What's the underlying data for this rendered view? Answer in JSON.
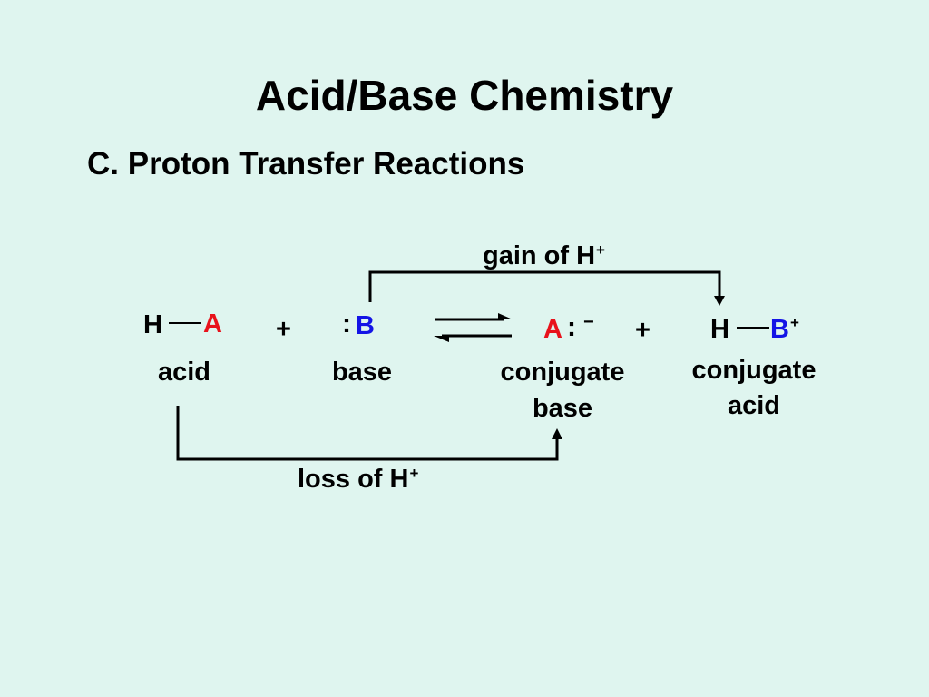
{
  "title": "Acid/Base Chemistry",
  "subtitle": "C.  Proton Transfer Reactions",
  "reaction": {
    "acid": {
      "h": "H",
      "a": "A"
    },
    "plus1": "+",
    "base": {
      "lone_pair": ":",
      "b": "B"
    },
    "conj_base": {
      "a": "A",
      "lone_pair": ":",
      "charge": "−"
    },
    "plus2": "+",
    "conj_acid": {
      "h": "H",
      "b": "B",
      "charge": "+"
    }
  },
  "labels": {
    "acid": "acid",
    "base": "base",
    "conj_base_line1": "conjugate",
    "conj_base_line2": "base",
    "conj_acid_line1": "conjugate",
    "conj_acid_line2": "acid"
  },
  "annotations": {
    "gain_text": "gain of H",
    "gain_sup": "+",
    "loss_text": "loss of H",
    "loss_sup": "+"
  },
  "colors": {
    "background": "#dff5ef",
    "red": "#e8121b",
    "blue": "#1414e6",
    "text": "#000000"
  }
}
